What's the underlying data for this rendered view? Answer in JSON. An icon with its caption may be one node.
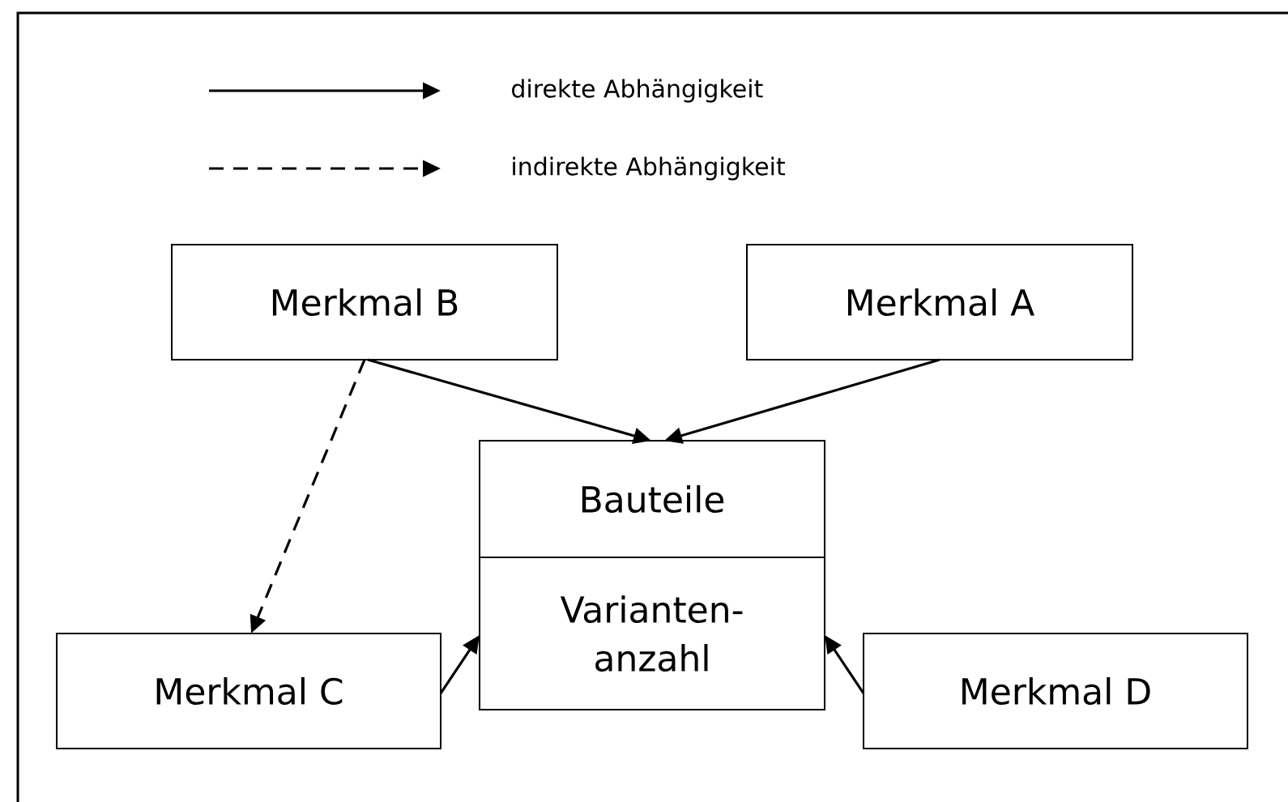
{
  "diagram": {
    "nodes": [
      {
        "text": [
          "Merkmal B"
        ]
      },
      {
        "text": [
          "Merkmal A"
        ]
      },
      {
        "text": [
          "Bauteile",
          "Varianten- anzahl"
        ]
      },
      {
        "text": [
          "Merkmal C"
        ]
      },
      {
        "text": [
          "Merkmal D"
        ]
      }
    ],
    "edges": [
      {
        "from": 0,
        "to": 2,
        "arrow": "to"
      },
      {
        "from": 1,
        "to": 2,
        "arrow": "to"
      },
      {
        "from": 0,
        "to": 3,
        "arrow": "to",
        "style": "dashed"
      },
      {
        "from": 3,
        "to": 2,
        "arrow": "to"
      },
      {
        "from": 4,
        "to": 2,
        "arrow": "to"
      }
    ],
    "legend": [
      {
        "text": "direkte Abhängigkeit"
      },
      {
        "text": "indirekte Abhängigkeit"
      }
    ]
  }
}
